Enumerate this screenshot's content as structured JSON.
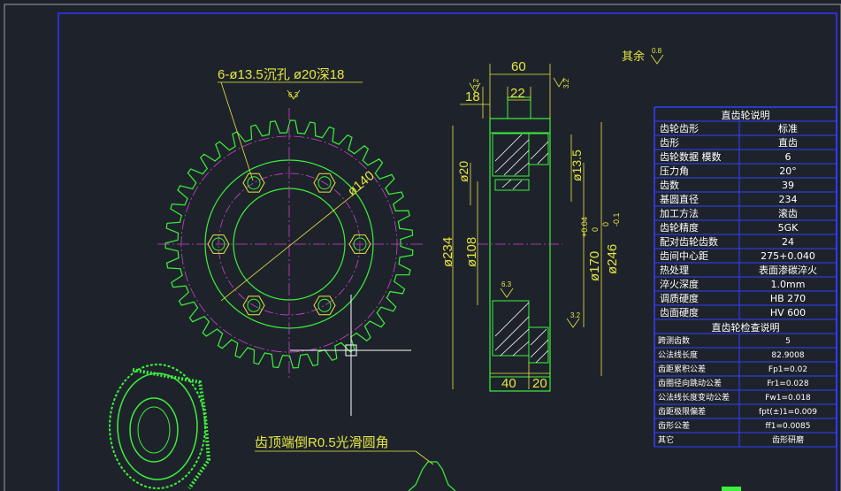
{
  "notes": {
    "hole_callout": "6-ø13.5沉孔 ø20深18",
    "rest_label": "其余",
    "rest_roughness": "0.8",
    "tip_note": "齿顶端倒R0.5光滑圆角"
  },
  "roughness": {
    "top_left": "6.3",
    "hub": "6.3",
    "side_top_left": "3.2",
    "side_top_right": "3.2",
    "side_right": "3.2"
  },
  "front_view": {
    "pcd_dim": "ø140"
  },
  "side_view": {
    "width_total": "60",
    "hub_width": "22",
    "left_offset": "18",
    "d20": "ø20",
    "d13_5": "ø13.5",
    "d234": "ø234",
    "d108": "ø108",
    "d170": "ø170",
    "d170_tol_upper": "+0.04",
    "d170_tol_lower": "0",
    "d246": "ø246",
    "d246_tol_upper": "0",
    "d246_tol_lower": "-0.1",
    "bottom_left": "40",
    "bottom_right": "20"
  },
  "spec_table": {
    "title1": "直齿轮说明",
    "rows1": [
      {
        "label": "齿轮齿形",
        "value": "标准"
      },
      {
        "label": "齿形",
        "value": "直齿"
      },
      {
        "label": "齿轮数据 模数",
        "value": "6"
      },
      {
        "label": "压力角",
        "value": "20°"
      },
      {
        "label": "齿数",
        "value": "39"
      },
      {
        "label": "基圆直径",
        "value": "234"
      },
      {
        "label": "加工方法",
        "value": "滚齿"
      },
      {
        "label": "齿轮精度",
        "value": "5GK"
      },
      {
        "label": "配对齿轮齿数",
        "value": "24"
      },
      {
        "label": "齿间中心距",
        "value": "275+0.040"
      },
      {
        "label": "热处理",
        "value": "表面渗碳淬火"
      },
      {
        "label": "淬火深度",
        "value": "1.0mm"
      },
      {
        "label": "调质硬度",
        "value": "HB 270"
      },
      {
        "label": "齿面硬度",
        "value": "HV 600"
      }
    ],
    "title2": "直齿轮检查说明",
    "rows2": [
      {
        "label": "跨测齿数",
        "value": "5"
      },
      {
        "label": "公法线长度",
        "value": "82.9008"
      },
      {
        "label": "齿距累积公差",
        "value": "Fp1=0.02"
      },
      {
        "label": "齿圈径向跳动公差",
        "value": "Fr1=0.028"
      },
      {
        "label": "公法线长度变动公差",
        "value": "Fw1=0.018"
      },
      {
        "label": "齿距极限偏差",
        "value": "fpt(±)1=0.009"
      },
      {
        "label": "齿形公差",
        "value": "ff1=0.0085"
      },
      {
        "label": "其它",
        "value": "齿形研磨"
      }
    ]
  },
  "colors": {
    "background": "#1e232b",
    "frame": "#2e2ecf",
    "gear": "#3cf03c",
    "dimension": "#e6e640",
    "centerline": "#d040d0",
    "table_border": "#3040ff",
    "text": "#ffffff"
  }
}
